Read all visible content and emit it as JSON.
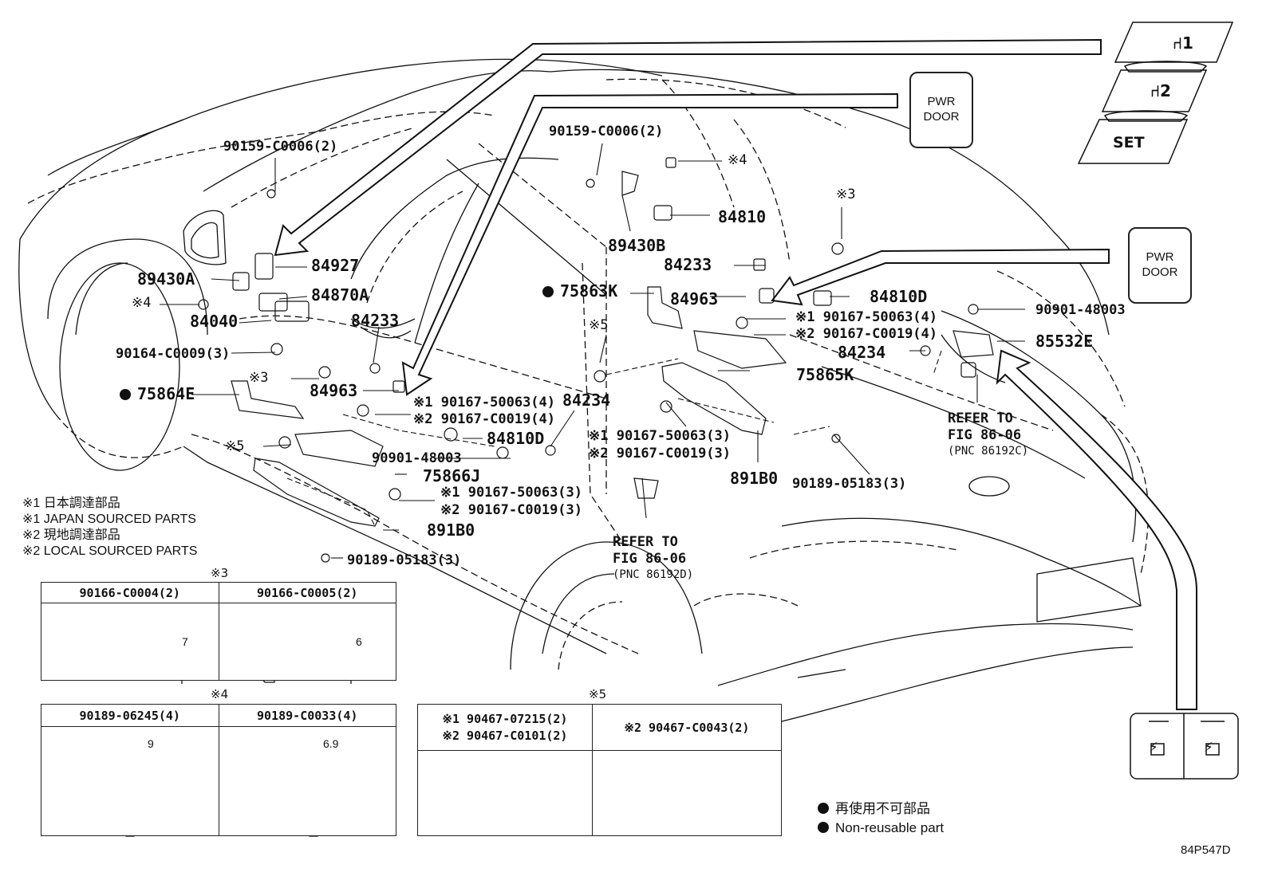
{
  "callouts": {
    "pn_90159_a": "90159-C0006(2)",
    "pn_84927": "84927",
    "pn_89430A": "89430A",
    "pn_84870A": "84870A",
    "pn_note4_a": "※4",
    "pn_84040": "84040",
    "pn_84233_a": "84233",
    "pn_90164": "90164-C0009(3)",
    "pn_note3_a": "※3",
    "pn_75864E": "75864E",
    "pn_84963_a": "84963",
    "pn_90167_504_a": "※1 90167-50063(4)",
    "pn_90167_C4_a": "※2 90167-C0019(4)",
    "pn_84810D_a": "84810D",
    "pn_note5_a": "※5",
    "pn_90901_a": "90901-48003",
    "pn_75866J": "75866J",
    "pn_90167_503_a": "※1 90167-50063(3)",
    "pn_90167_C3_a": "※2 90167-C0019(3)",
    "pn_891B0_a": "891B0",
    "pn_90189_a": "90189-05183(3)",
    "pn_84234_a": "84234",
    "pn_90167_503_b": "※1 90167-50063(3)",
    "pn_90167_C3_b": "※2 90167-C0019(3)",
    "pn_90159_b": "90159-C0006(2)",
    "pn_note4_b": "※4",
    "pn_84810": "84810",
    "pn_89430B": "89430B",
    "pn_84233_b": "84233",
    "pn_note3_b": "※3",
    "pn_75863K": "75863K",
    "pn_84963_b": "84963",
    "pn_84810D_b": "84810D",
    "pn_90167_504_b": "※1 90167-50063(4)",
    "pn_90167_C4_b": "※2 90167-C0019(4)",
    "pn_90901_b": "90901-48003",
    "pn_84234_b": "84234",
    "pn_85532E": "85532E",
    "pn_note5_b": "※5",
    "pn_75865K": "75865K",
    "pn_891B0_b": "891B0",
    "pn_90189_b": "90189-05183(3)"
  },
  "refs": {
    "ref_right_1": "REFER TO",
    "ref_right_2": "FIG 86-06",
    "ref_right_3": "(PNC 86192C)",
    "ref_mid_1": "REFER TO",
    "ref_mid_2": "FIG 86-06",
    "ref_mid_3": "(PNC 86192D)"
  },
  "switches": {
    "pwr_door_1a": "PWR",
    "pwr_door_1b": "DOOR",
    "pwr_door_2a": "PWR",
    "pwr_door_2b": "DOOR",
    "seat1": "1",
    "seat2": "2",
    "set": "SET"
  },
  "legend": {
    "line1": "※1 日本調達部品",
    "line2": "※1 JAPAN SOURCED PARTS",
    "line3": "※2 現地調達部品",
    "line4": "※2 LOCAL SOURCED PARTS"
  },
  "fastener_tables": {
    "t3_mark": "※3",
    "t3_col1": "90166-C0004(2)",
    "t3_col2": "90166-C0005(2)",
    "t3_dim1": "7",
    "t3_dim2": "6",
    "t4_mark": "※4",
    "t4_col1": "90189-06245(4)",
    "t4_col2": "90189-C0033(4)",
    "t4_dim1": "9",
    "t4_dim2": "6.9",
    "t5_mark": "※5",
    "t5_col1_a": "※1 90467-07215(2)",
    "t5_col1_b": "※2 90467-C0101(2)",
    "t5_col2": "※2 90467-C0043(2)"
  },
  "footer": {
    "nonreuse_jp": "再使用不可部品",
    "nonreuse_en": "Non-reusable part",
    "fig_code": "84P547D"
  }
}
